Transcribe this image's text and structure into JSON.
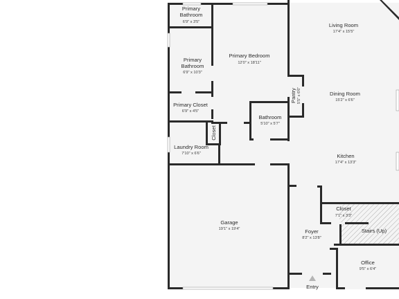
{
  "floorplan": {
    "rooms": [
      {
        "id": "primary-bathroom-1",
        "name": "Primary Bathroom",
        "dims": "6'9\" x 3'5\""
      },
      {
        "id": "primary-bathroom-2",
        "name": "Primary Bathroom",
        "dims": "6'9\" x 10'3\""
      },
      {
        "id": "primary-bedroom",
        "name": "Primary Bedroom",
        "dims": "12'0\" x 18'11\""
      },
      {
        "id": "primary-closet",
        "name": "Primary Closet",
        "dims": "6'9\" x 4'5\""
      },
      {
        "id": "laundry-room",
        "name": "Laundry Room",
        "dims": "7'10\" x 6'6\""
      },
      {
        "id": "closet-hall",
        "name": "Closet",
        "dims": ""
      },
      {
        "id": "bathroom",
        "name": "Bathroom",
        "dims": "5'10\" x 5'7\""
      },
      {
        "id": "garage",
        "name": "Garage",
        "dims": "19'1\" x 19'4\""
      },
      {
        "id": "living-room",
        "name": "Living Room",
        "dims": "17'4\" x 15'5\""
      },
      {
        "id": "pantry",
        "name": "Pantry",
        "dims": "5'5\" x 6'6\""
      },
      {
        "id": "dining-room",
        "name": "Dining Room",
        "dims": "15'2\" x 6'6\""
      },
      {
        "id": "kitchen",
        "name": "Kitchen",
        "dims": "17'4\" x 13'3\""
      },
      {
        "id": "closet-foyer",
        "name": "Closet",
        "dims": "7'1\" x 3'3\""
      },
      {
        "id": "stairs",
        "name": "Stairs (Up)",
        "dims": ""
      },
      {
        "id": "foyer",
        "name": "Foyer",
        "dims": "8'2\" x 13'8\""
      },
      {
        "id": "office",
        "name": "Office",
        "dims": "9'5\" x 6'4\""
      }
    ],
    "entry_label": "Entry"
  },
  "colors": {
    "floor": "#f4f4f4",
    "wall": "#2a2a2a",
    "stairs_hatch": "#9a9a9a",
    "background": "#ffffff"
  }
}
